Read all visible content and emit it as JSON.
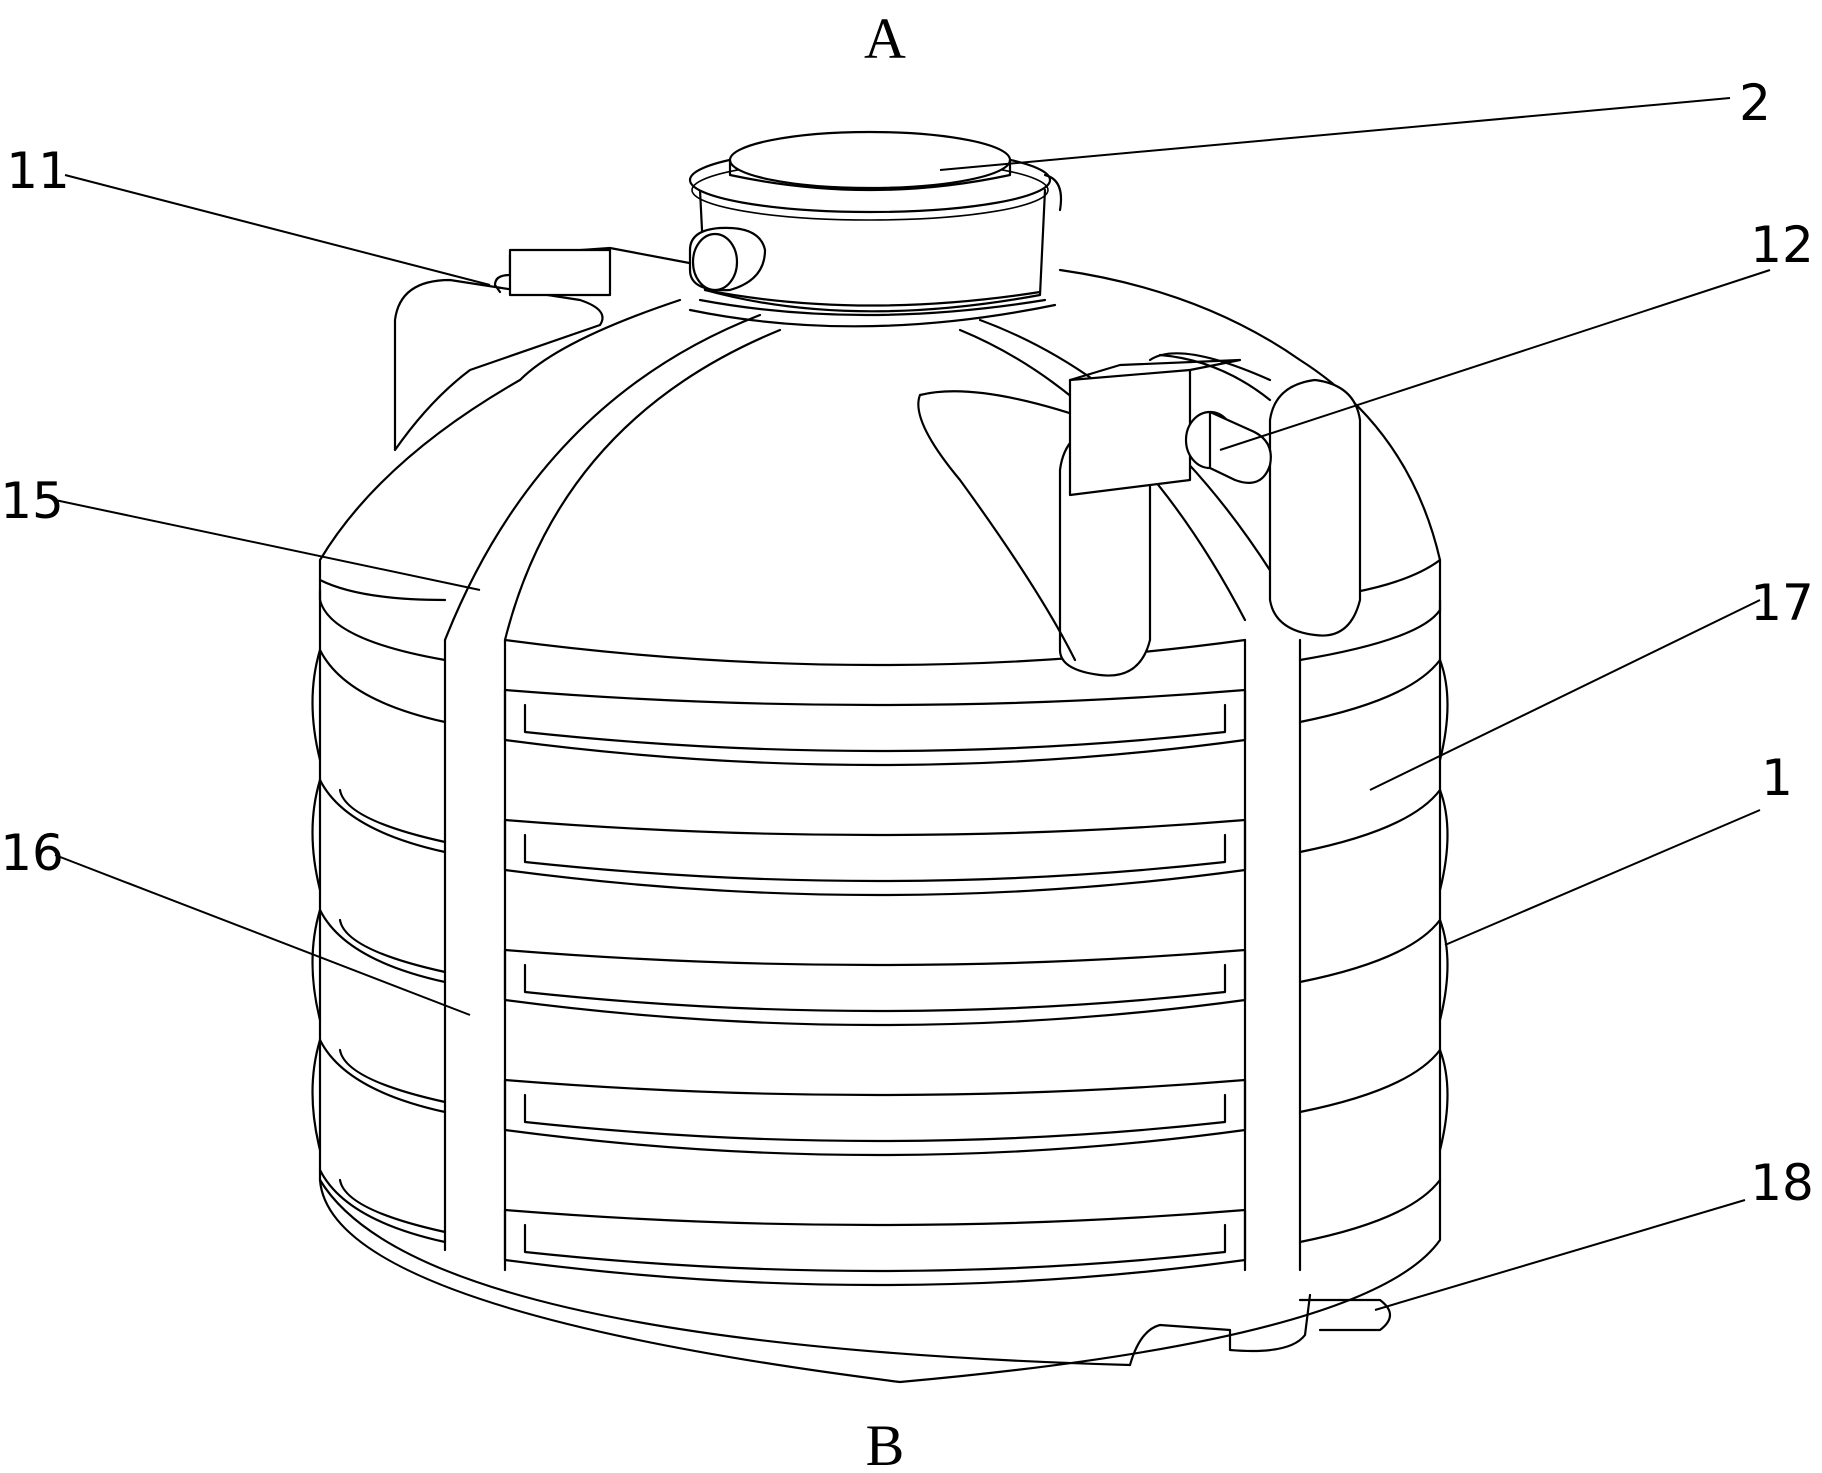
{
  "view_labels": {
    "top": "A",
    "bottom": "B"
  },
  "callouts": [
    {
      "id": "c2",
      "text": "2"
    },
    {
      "id": "c11",
      "text": "11"
    },
    {
      "id": "c12",
      "text": "12"
    },
    {
      "id": "c15",
      "text": "15"
    },
    {
      "id": "c17",
      "text": "17"
    },
    {
      "id": "c1",
      "text": "1"
    },
    {
      "id": "c16",
      "text": "16"
    },
    {
      "id": "c18",
      "text": "18"
    }
  ]
}
